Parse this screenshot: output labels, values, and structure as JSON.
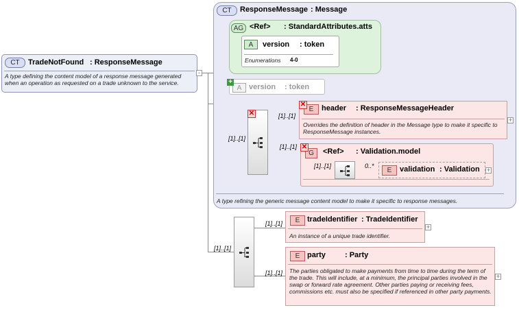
{
  "root": {
    "badge": "CT",
    "name": "TradeNotFound",
    "type": ": ResponseMessage",
    "description": "A type defining the content model of a response message generated when an operation as requested on a trade unknown to the service."
  },
  "base": {
    "badge": "CT",
    "name": "ResponseMessage",
    "type": ": Message",
    "description": "A type refining the generic message content model to make it specific to response messages."
  },
  "attr_group": {
    "badge": "AG",
    "ref": "<Ref>",
    "name": ": StandardAttributes.atts",
    "attribute": {
      "badge": "A",
      "name": "version",
      "type": ": token",
      "enum_label": "Enumerations",
      "enum_value": "4-0"
    }
  },
  "added_attribute": {
    "badge": "A",
    "name": "version",
    "type": ": token"
  },
  "header": {
    "badge": "E",
    "name": "header",
    "type": ": ResponseMessageHeader",
    "multiplicity": "[1]..[1]",
    "description": "Overrides the definition of header in the Message type to make it specific to ResponseMessage instances."
  },
  "inner_sequence_multiplicity": "[1]..[1]",
  "validation_group": {
    "badge": "G",
    "ref": "<Ref>",
    "name": ": Validation.model",
    "multiplicity": "[1]..[1]",
    "sequence_multiplicity": "[1]..[1]",
    "element": {
      "badge": "E",
      "name": "validation",
      "type": ": Validation",
      "multiplicity": "0..*"
    }
  },
  "outer_sequence_multiplicity": "[1]..[1]",
  "trade_identifier": {
    "badge": "E",
    "name": "tradeIdentifier",
    "type": ": TradeIdentifier",
    "multiplicity": "[1]..[1]",
    "description": "An instance of a unique trade identifier."
  },
  "party": {
    "badge": "E",
    "name": "party",
    "type": ": Party",
    "multiplicity": "[1]..[1]",
    "description": "The parties obligated to make payments from time to time during the term of the trade. This will include, at a minimum, the principal parties involved in the swap or forward rate agreement. Other parties paying or receiving fees, commissions etc. must also be specified if referenced in other party payments."
  },
  "colors": {
    "complex_type_bg": "#eceef8",
    "base_type_bg": "#e9eaf6",
    "attribute_group_bg": "#ddf3dc",
    "element_bg": "#fde6e6",
    "line": "#8a8a8a"
  }
}
